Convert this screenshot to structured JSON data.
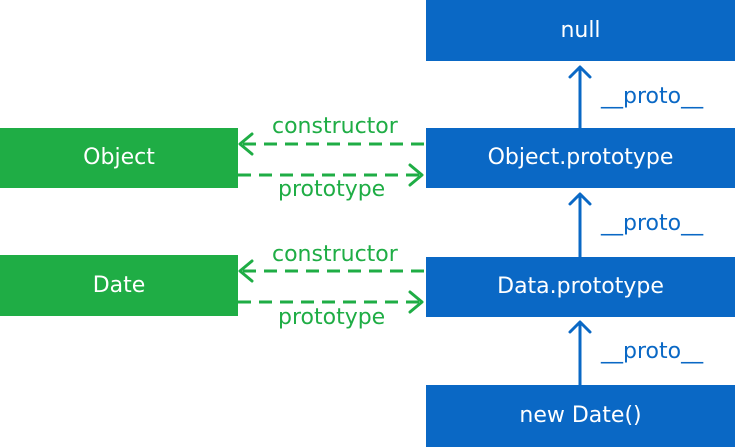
{
  "nodes": {
    "null_box": "null",
    "object_prototype": "Object.prototype",
    "data_prototype": "Data.prototype",
    "new_date": "new Date()",
    "object_ctor": "Object",
    "date_ctor": "Date"
  },
  "labels": {
    "proto_top": "__proto__",
    "proto_middle": "__proto__",
    "proto_bottom": "__proto__",
    "constructor_object": "constructor",
    "prototype_object": "prototype",
    "constructor_date": "constructor",
    "prototype_date": "prototype"
  },
  "colors": {
    "blue": "#0a68c5",
    "green": "#1fad45",
    "background": "#ffffff"
  }
}
